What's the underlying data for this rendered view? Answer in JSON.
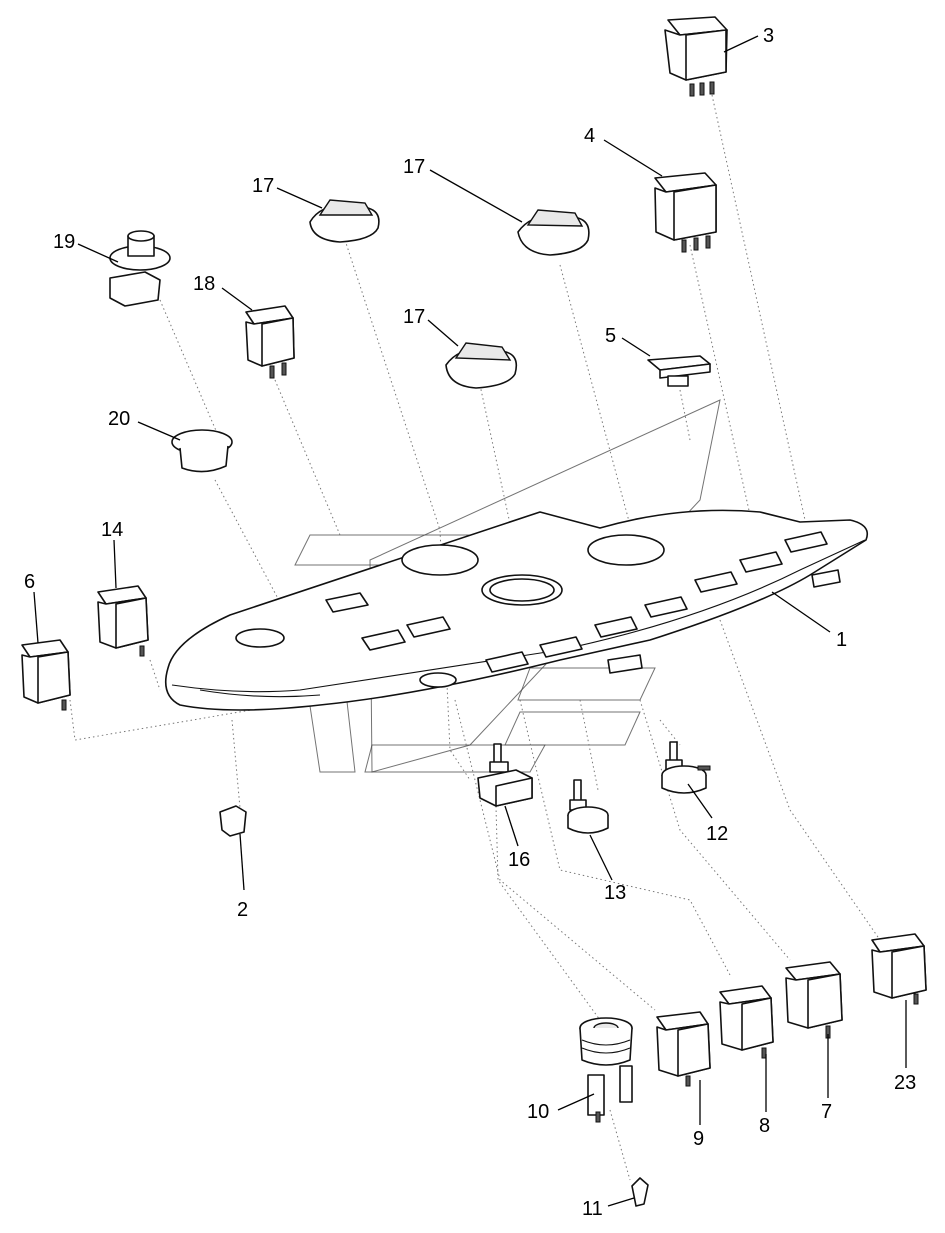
{
  "diagram": {
    "callouts": [
      {
        "id": "c3",
        "text": "3"
      },
      {
        "id": "c4",
        "text": "4"
      },
      {
        "id": "c17a",
        "text": "17"
      },
      {
        "id": "c17b",
        "text": "17"
      },
      {
        "id": "c17c",
        "text": "17"
      },
      {
        "id": "c19",
        "text": "19"
      },
      {
        "id": "c18",
        "text": "18"
      },
      {
        "id": "c5",
        "text": "5"
      },
      {
        "id": "c20",
        "text": "20"
      },
      {
        "id": "c14",
        "text": "14"
      },
      {
        "id": "c6",
        "text": "6"
      },
      {
        "id": "c1",
        "text": "1"
      },
      {
        "id": "c12",
        "text": "12"
      },
      {
        "id": "c16",
        "text": "16"
      },
      {
        "id": "c13",
        "text": "13"
      },
      {
        "id": "c2",
        "text": "2"
      },
      {
        "id": "c23",
        "text": "23"
      },
      {
        "id": "c10",
        "text": "10"
      },
      {
        "id": "c9",
        "text": "9"
      },
      {
        "id": "c8",
        "text": "8"
      },
      {
        "id": "c7",
        "text": "7"
      },
      {
        "id": "c11",
        "text": "11"
      }
    ]
  }
}
